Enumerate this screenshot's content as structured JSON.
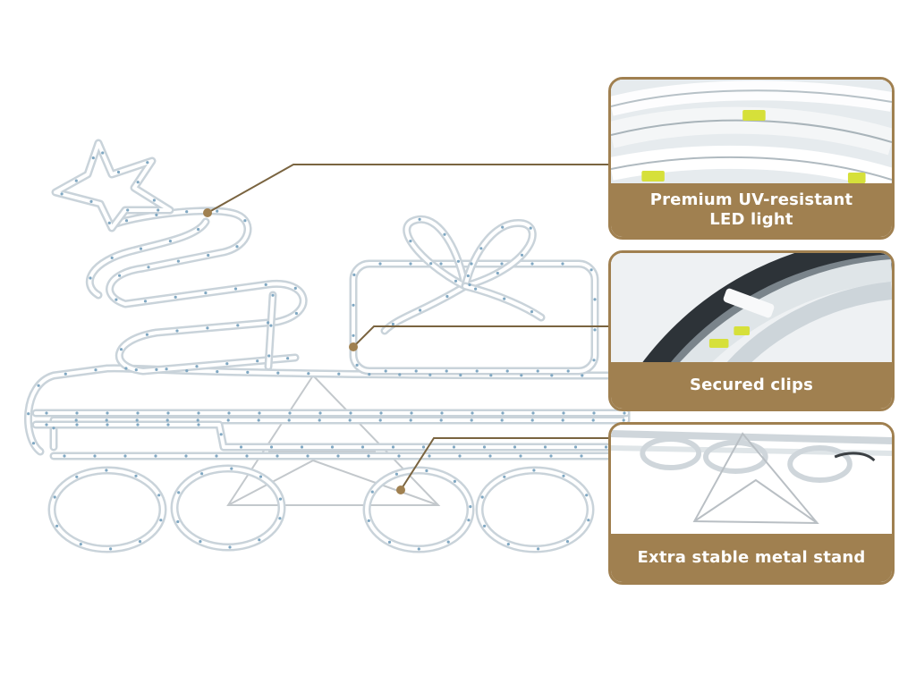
{
  "colors": {
    "accent": "#a08050",
    "rope_light": "#c9d3da",
    "rope_highlight": "#ffffff",
    "led": "#d9e34a",
    "stand": "#b8bec4"
  },
  "callouts": [
    {
      "caption": "Premium UV-resistant\nLED light"
    },
    {
      "caption": "Secured clips"
    },
    {
      "caption": "Extra stable metal stand"
    }
  ]
}
